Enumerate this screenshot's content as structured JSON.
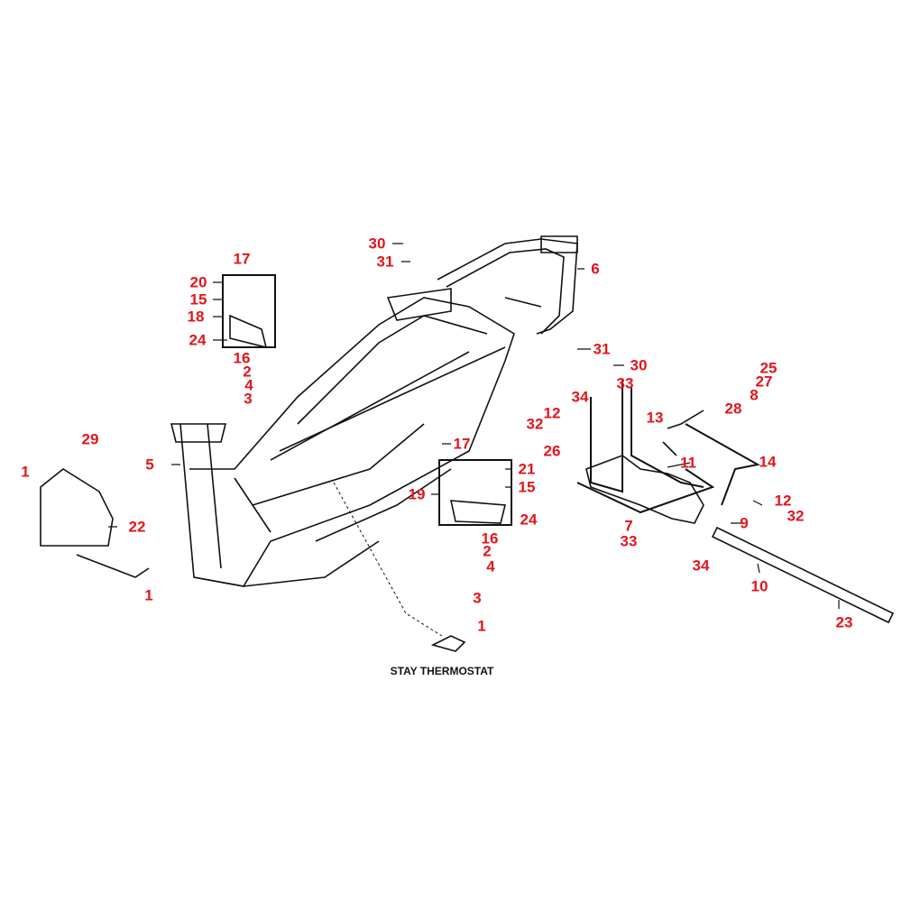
{
  "callouts": [
    "30",
    "31",
    "6",
    "17",
    "20",
    "15",
    "18",
    "24",
    "16",
    "2",
    "4",
    "3",
    "31",
    "30",
    "25",
    "27",
    "8",
    "28",
    "34",
    "33",
    "13",
    "12",
    "32",
    "26",
    "11",
    "14",
    "17",
    "21",
    "15",
    "19",
    "24",
    "16",
    "2",
    "4",
    "3",
    "29",
    "1",
    "5",
    "22",
    "1",
    "7",
    "33",
    "34",
    "12",
    "32",
    "9",
    "10",
    "23",
    "1"
  ],
  "stay_label": "STAY THERMOSTAT",
  "colors": {
    "callout": "#e3141b",
    "line": "#111111"
  }
}
